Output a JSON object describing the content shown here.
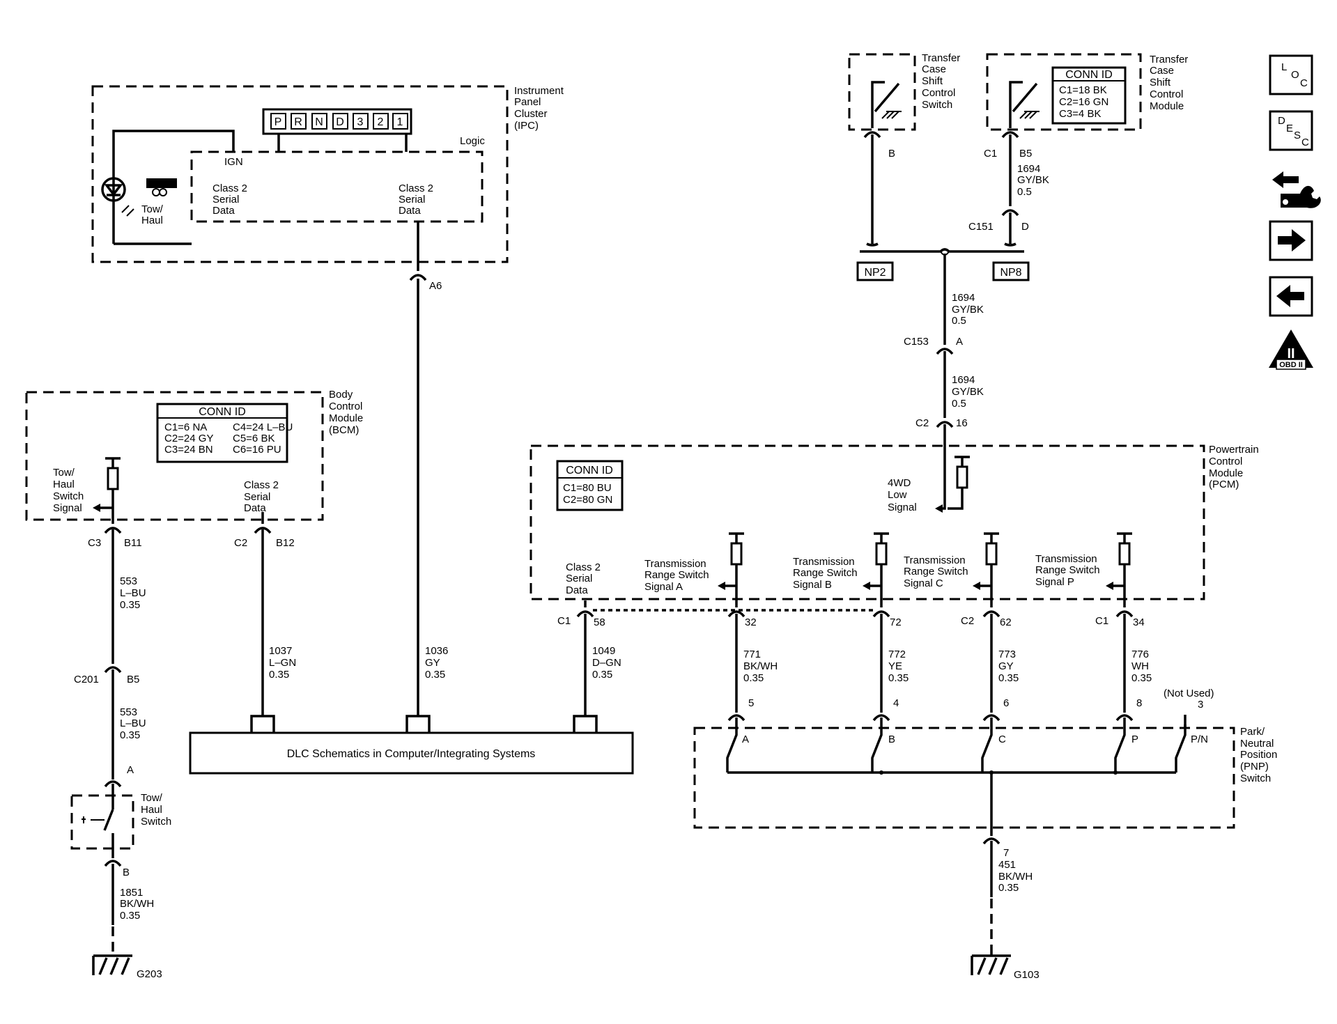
{
  "modules": {
    "ipc": {
      "name": [
        "Instrument",
        "Panel",
        "Cluster",
        "(IPC)"
      ],
      "logic": "Logic",
      "ign": "IGN",
      "prnd": [
        "P",
        "R",
        "N",
        "D",
        "3",
        "2",
        "1"
      ],
      "towhaul": [
        "Tow/",
        "Haul"
      ],
      "c2_left": [
        "Class 2",
        "Serial",
        "Data"
      ],
      "c2_right": [
        "Class 2",
        "Serial",
        "Data"
      ],
      "pin": "A6"
    },
    "tccs": {
      "name": [
        "Transfer",
        "Case",
        "Shift",
        "Control",
        "Switch"
      ],
      "pin": "B"
    },
    "tcm": {
      "name": [
        "Transfer",
        "Case",
        "Shift",
        "Control",
        "Module"
      ],
      "conn_title": "CONN ID",
      "conn": [
        "C1=18 BK",
        "C2=16 GN",
        "C3=4 BK"
      ],
      "conn_label": "C1",
      "pin": "B5"
    },
    "bcm": {
      "name": [
        "Body",
        "Control",
        "Module",
        "(BCM)"
      ],
      "conn_title": "CONN ID",
      "conn_left": [
        "C1=6 NA",
        "C2=24 GY",
        "C3=24 BN"
      ],
      "conn_right": [
        "C4=24 L–BU",
        "C5=6 BK",
        "C6=16 PU"
      ],
      "towhaul_signal": [
        "Tow/",
        "Haul",
        "Switch",
        "Signal"
      ],
      "c2": [
        "Class 2",
        "Serial",
        "Data"
      ]
    },
    "pcm": {
      "name": [
        "Powertrain",
        "Control",
        "Module",
        "(PCM)"
      ],
      "conn_title": "CONN ID",
      "conn": [
        "C1=80 BU",
        "C2=80 GN"
      ],
      "fourwd": [
        "4WD",
        "Low",
        "Signal"
      ],
      "c2": [
        "Class 2",
        "Serial",
        "Data"
      ],
      "trs_a": [
        "Transmission",
        "Range Switch",
        "Signal A"
      ],
      "trs_b": [
        "Transmission",
        "Range Switch",
        "Signal B"
      ],
      "trs_c": [
        "Transmission",
        "Range Switch",
        "Signal C"
      ],
      "trs_p": [
        "Transmission",
        "Range Switch",
        "Signal P"
      ]
    },
    "pnp": {
      "name": [
        "Park/",
        "Neutral",
        "Position",
        "(PNP)",
        "Switch"
      ],
      "not_used": "(Not Used)",
      "contacts": [
        "A",
        "B",
        "C",
        "P",
        "P/N"
      ]
    },
    "tow_switch": {
      "name": [
        "Tow/",
        "Haul",
        "Switch"
      ]
    },
    "dlc": {
      "label": "DLC Schematics in Computer/Integrating Systems"
    }
  },
  "wires": {
    "w553a": [
      "553",
      "L–BU",
      "0.35"
    ],
    "w553b": [
      "553",
      "L–BU",
      "0.35"
    ],
    "w1851": [
      "1851",
      "BK/WH",
      "0.35"
    ],
    "w1037": [
      "1037",
      "L–GN",
      "0.35"
    ],
    "w1036": [
      "1036",
      "GY",
      "0.35"
    ],
    "w1049": [
      "1049",
      "D–GN",
      "0.35"
    ],
    "w1694a": [
      "1694",
      "GY/BK",
      "0.5"
    ],
    "w1694b": [
      "1694",
      "GY/BK",
      "0.5"
    ],
    "w1694c": [
      "1694",
      "GY/BK",
      "0.5"
    ],
    "w771": [
      "771",
      "BK/WH",
      "0.35"
    ],
    "w772": [
      "772",
      "YE",
      "0.35"
    ],
    "w773": [
      "773",
      "GY",
      "0.35"
    ],
    "w776": [
      "776",
      "WH",
      "0.35"
    ],
    "w451": [
      "451",
      "BK/WH",
      "0.35"
    ]
  },
  "connectors": {
    "bcm_c3": "C3",
    "bcm_b11": "B11",
    "bcm_c2": "C2",
    "bcm_b12": "B12",
    "c201": "C201",
    "c201_pin": "B5",
    "tow_a": "A",
    "tow_b": "B",
    "c151": "C151",
    "c151_pin": "D",
    "c153": "C153",
    "c153_pin": "A",
    "pcm_c2": "C2",
    "pcm_16": "16",
    "pcm_c1_58": "C1",
    "p58": "58",
    "p32": "32",
    "p72": "72",
    "pcm_c2_62": "C2",
    "p62": "62",
    "pcm_c1_34": "C1",
    "p34": "34",
    "pnp5": "5",
    "pnp4": "4",
    "pnp6": "6",
    "pnp8": "8",
    "pnp3": "3",
    "pnp7": "7"
  },
  "splices": {
    "np2": "NP2",
    "np8": "NP8"
  },
  "grounds": {
    "g203": "G203",
    "g103": "G103"
  },
  "nav": {
    "loc": [
      "L",
      "O",
      "C"
    ],
    "desc": [
      "D",
      "E",
      "S",
      "C"
    ],
    "obd": "OBD II",
    "obd_mark": "II"
  }
}
